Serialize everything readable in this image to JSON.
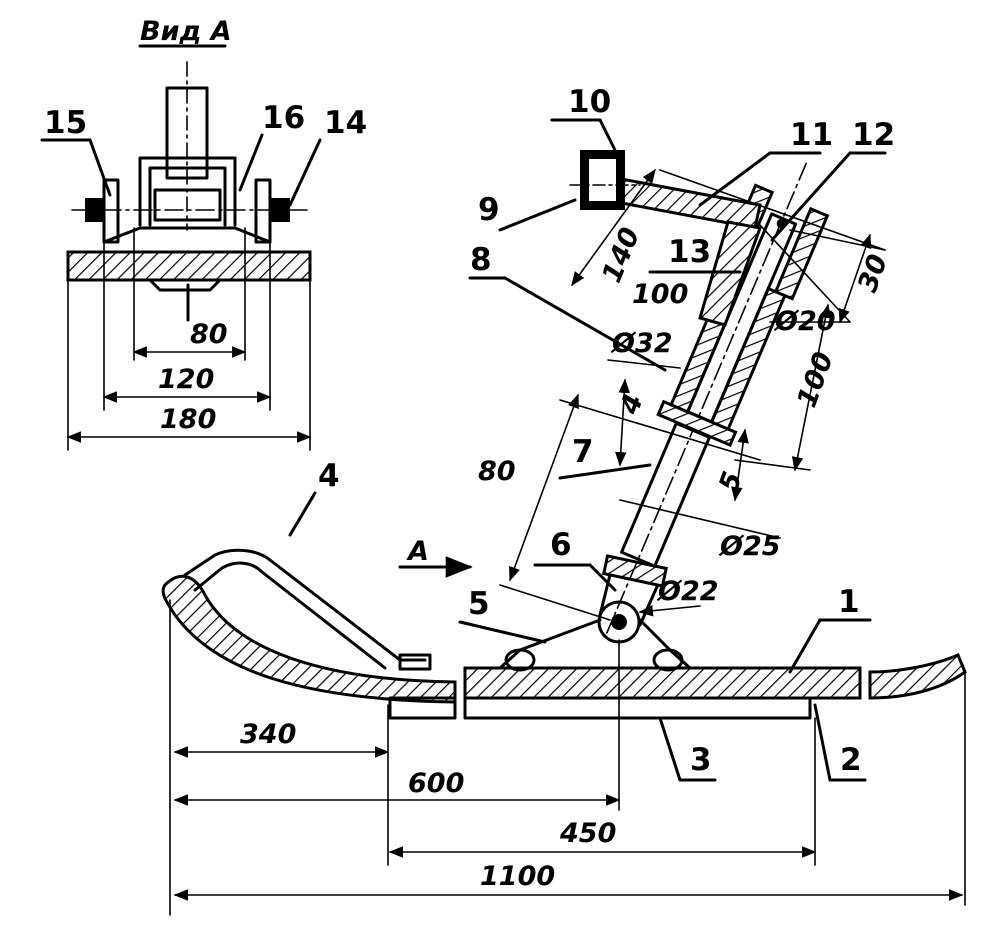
{
  "view_title": "Вид А",
  "view_arrow_label": "A",
  "part_numbers": {
    "p1": "1",
    "p2": "2",
    "p3": "3",
    "p4": "4",
    "p5": "5",
    "p6": "6",
    "p7": "7",
    "p8": "8",
    "p9": "9",
    "p10": "10",
    "p11": "11",
    "p12": "12",
    "p13": "13",
    "p14": "14",
    "p15": "15",
    "p16": "16"
  },
  "dimensions": {
    "d80_view": "80",
    "d120": "120",
    "d180": "180",
    "d140": "140",
    "d100_top": "100",
    "d30": "30",
    "d20": "Ø20",
    "d32": "Ø32",
    "d4": "4",
    "d100_side": "100",
    "d80_side": "80",
    "d5": "5",
    "d25": "Ø25",
    "d22": "Ø22",
    "d340": "340",
    "d600": "600",
    "d450": "450",
    "d1100": "1100"
  }
}
